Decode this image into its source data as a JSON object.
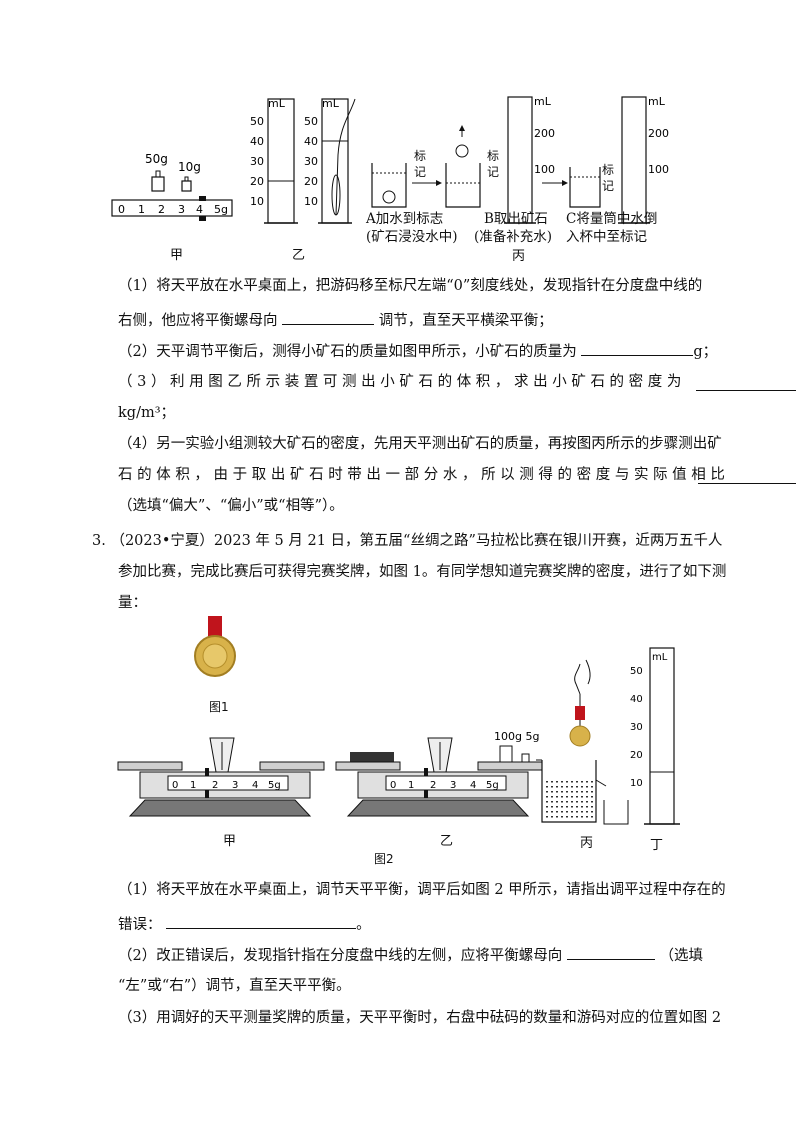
{
  "fig_top": {
    "weight1": "50g",
    "weight2": "10g",
    "ruler_ticks": [
      "0",
      "1",
      "2",
      "3",
      "4",
      "5g"
    ],
    "cyl_unit": "mL",
    "cyl_ticks": [
      "50",
      "40",
      "30",
      "20",
      "10"
    ],
    "big_cyl_ticks": [
      "200",
      "100"
    ],
    "mark_label": "标记",
    "step_a": [
      "A加水到标志",
      "(矿石浸没水中)"
    ],
    "step_b": [
      "B取出矿石",
      "(准备补充水)"
    ],
    "step_c": [
      "C将量筒中水倒",
      "入杯中至标记"
    ],
    "label_jia": "甲",
    "label_yi": "乙",
    "label_bing": "丙"
  },
  "q2": {
    "p1a": "（1）将天平放在水平桌面上，把游码移至标尺左端“0”刻度线处，发现指针在分度盘中线的",
    "p1b": "右侧，他应将平衡螺母向",
    "p1c": "调节，直至天平横梁平衡；",
    "p2a": "（2）天平调节平衡后，测得小矿石的质量如图甲所示，小矿石的质量为",
    "p2b": "g；",
    "p3a": "（ 3 ） 利 用 图 乙 所 示 装 置 可 测 出 小 矿 石 的 体 积 ， 求 出 小 矿 石 的 密 度 为",
    "p3b": "kg/m³；",
    "p4a": "（4）另一实验小组测较大矿石的密度，先用天平测出矿石的质量，再按图丙所示的步骤测出矿",
    "p4b": "石 的 体 积 ， 由 于 取 出 矿 石 时 带 出 一 部 分 水 ， 所 以 测 得 的 密 度 与 实 际 值 相 比",
    "p4c": "（选填“偏大”、“偏小”或“相等”）。"
  },
  "q3": {
    "num": "3.",
    "l1": "（2023•宁夏）2023 年 5 月 21 日，第五届“丝绸之路”马拉松比赛在银川开赛，近两万五千人",
    "l2": "参加比赛，完成比赛后可获得完赛奖牌，如图 1。有同学想知道完赛奖牌的密度，进行了如下测",
    "l3": "量：",
    "fig1": "图1",
    "fig2": "图2",
    "label_jia": "甲",
    "label_yi": "乙",
    "label_bing": "丙",
    "label_ding": "丁",
    "weights": "100g  5g",
    "ruler_ticks": [
      "0",
      "1",
      "2",
      "3",
      "4",
      "5g"
    ],
    "cyl_unit": "mL",
    "cyl_ticks": [
      "50",
      "40",
      "30",
      "20",
      "10"
    ],
    "p1a": "（1）将天平放在水平桌面上，调节天平平衡，调平后如图 2 甲所示，请指出调平过程中存在的",
    "p1b": "错误：",
    "p1c": "。",
    "p2a": "（2）改正错误后，发现指针指在分度盘中线的左侧，应将平衡螺母向",
    "p2b": "（选填",
    "p2c": "“左”或“右”）调节，直至天平平衡。",
    "p3a": "（3）用调好的天平测量奖牌的质量，天平平衡时，右盘中砝码的数量和游码对应的位置如图 2"
  }
}
